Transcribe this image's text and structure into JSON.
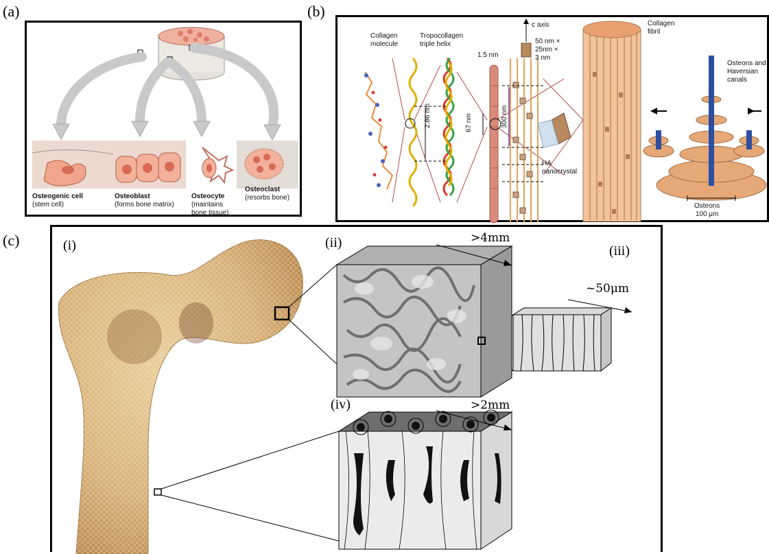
{
  "panels": {
    "a": {
      "letter": "(a)",
      "cells": [
        {
          "name": "Osteogenic cell",
          "desc": "(stem cell)"
        },
        {
          "name": "Osteoblast",
          "desc": "(forms bone matrix)"
        },
        {
          "name": "Osteocyte",
          "desc": "(maintains bone tissue)",
          "desc1": "(maintains",
          "desc2": "bone tissue)"
        },
        {
          "name": "Osteoclast",
          "desc": "(resorbs bone)"
        }
      ]
    },
    "b": {
      "letter": "(b)",
      "collagen_molecule": "Collagen\nmolecule",
      "collagen_molecule_1": "Collagen",
      "collagen_molecule_2": "molecule",
      "tropocollagen_1": "Tropocollagen",
      "tropocollagen_2": "triple helix",
      "c_axis": "c axis",
      "crystal_dims_1": "50 nm ×",
      "crystal_dims_2": "25nm ×",
      "crystal_dims_3": "3 nm",
      "nm_1_5": "1.5 nm",
      "nm_2_86": "2.86 nm",
      "nm_67": "67 nm",
      "nm_300": "300 nm",
      "ha_1": "HA",
      "ha_2": "nanocrystal",
      "fibril_1": "Collagen",
      "fibril_2": "fibril",
      "osteons_1": "Osteons and",
      "osteons_2": "Haversian",
      "osteons_3": "canals",
      "osteons_scale_1": "Osteons",
      "osteons_scale_2": "100 μm"
    },
    "c": {
      "letter": "(c)",
      "sub_i": "(i)",
      "sub_ii": "(ii)",
      "sub_iii": "(iii)",
      "sub_iv": "(iv)",
      "scale_ii": ">4mm",
      "scale_iii": "~50μm",
      "scale_iv": ">2mm"
    }
  },
  "colors": {
    "frame": "#000000",
    "bone_tan": "#d8b27a",
    "cell_pink": "#f2a488",
    "fibril": "#e8b48a",
    "osteon_blue": "#2c4fa0"
  }
}
